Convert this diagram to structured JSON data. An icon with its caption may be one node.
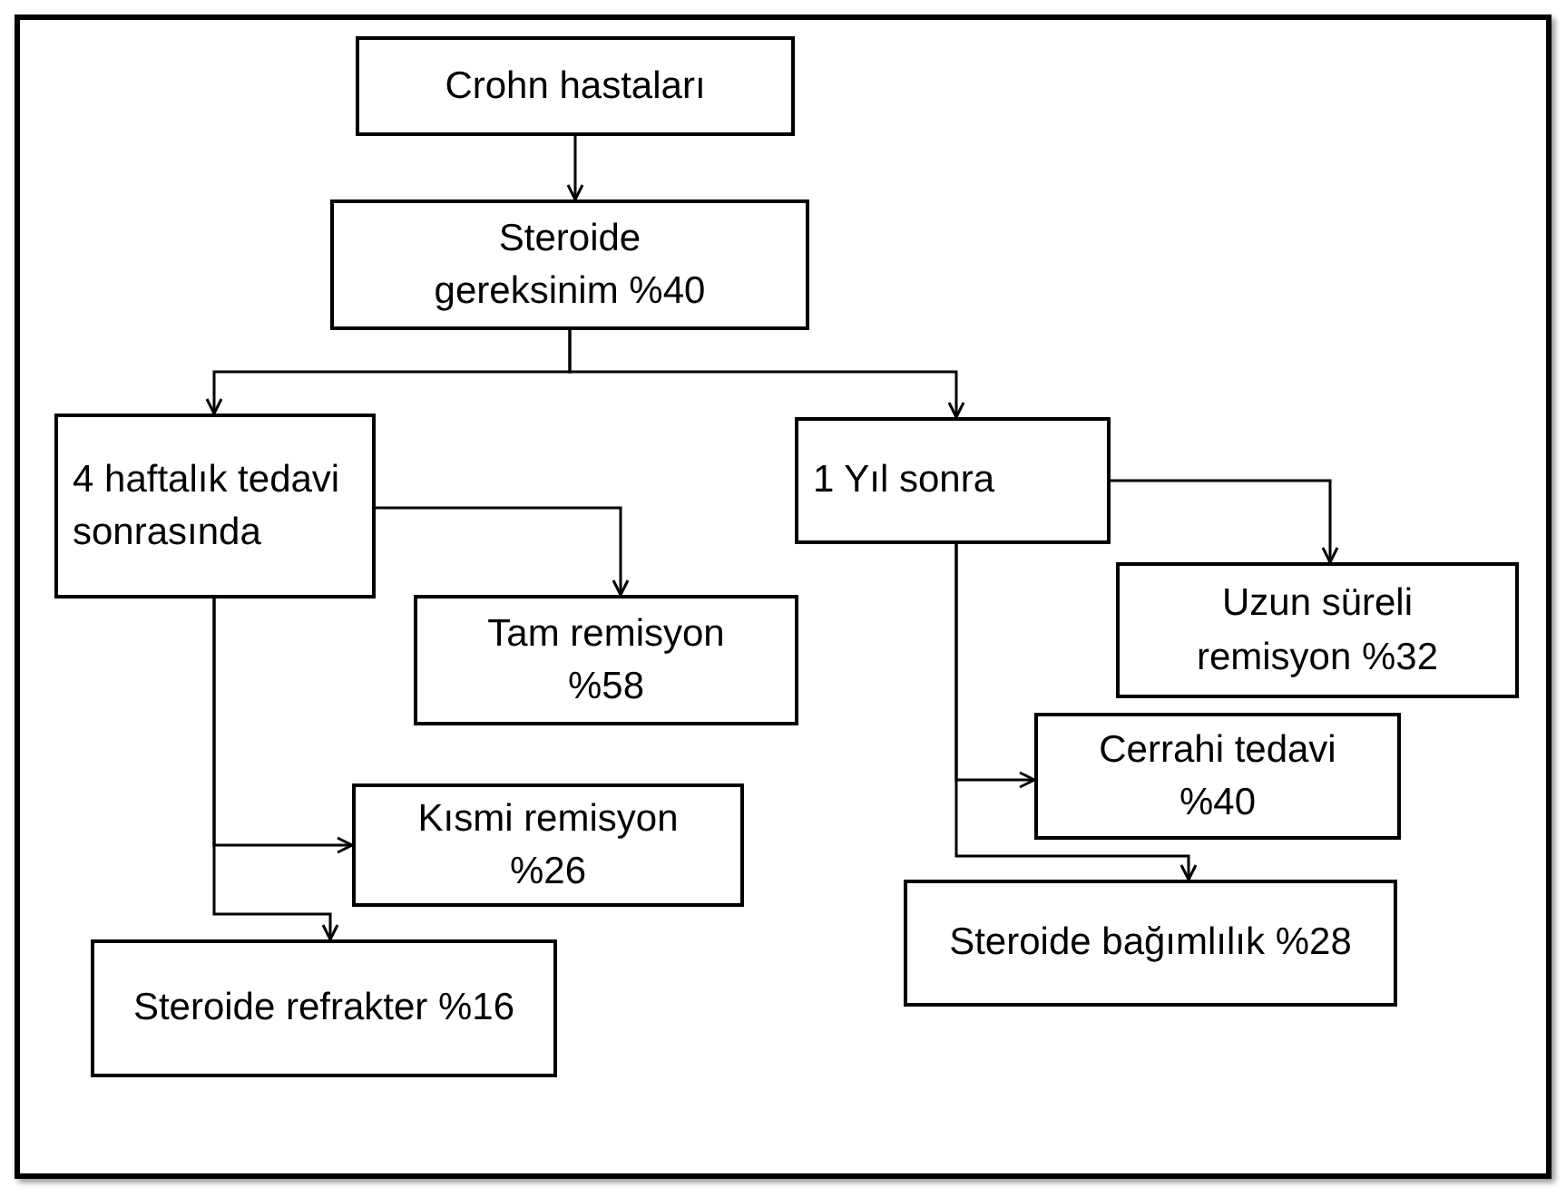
{
  "diagram": {
    "nodes": [
      {
        "text": [
          "Crohn hastaları"
        ]
      },
      {
        "text": [
          "Steroide gereksinim %40"
        ]
      },
      {
        "text": [
          "4 haftalık tedavi sonrasında"
        ]
      },
      {
        "text": [
          "1 Yıl sonra"
        ]
      },
      {
        "text": [
          "Uzun süreli remisyon %32"
        ]
      },
      {
        "text": [
          "Tam remisyon %58"
        ]
      },
      {
        "text": [
          "Kısmi remisyon %26"
        ]
      },
      {
        "text": [
          "Steroide refrakter %16"
        ]
      },
      {
        "text": [
          "Cerrahi tedavi %40"
        ]
      },
      {
        "text": [
          "Steroide bağımlılık %28"
        ]
      }
    ],
    "edges": [
      {
        "from": 0,
        "to": 1,
        "arrow": "to"
      },
      {
        "from": 1,
        "to": 2,
        "arrow": "to"
      },
      {
        "from": 1,
        "to": 3,
        "arrow": "to"
      },
      {
        "from": 2,
        "to": 5,
        "arrow": "to"
      },
      {
        "from": 2,
        "to": 6,
        "arrow": "to"
      },
      {
        "from": 2,
        "to": 7,
        "arrow": "to"
      },
      {
        "from": 3,
        "to": 4,
        "arrow": "to"
      },
      {
        "from": 3,
        "to": 8,
        "arrow": "to"
      },
      {
        "from": 3,
        "to": 9,
        "arrow": "to"
      }
    ]
  }
}
